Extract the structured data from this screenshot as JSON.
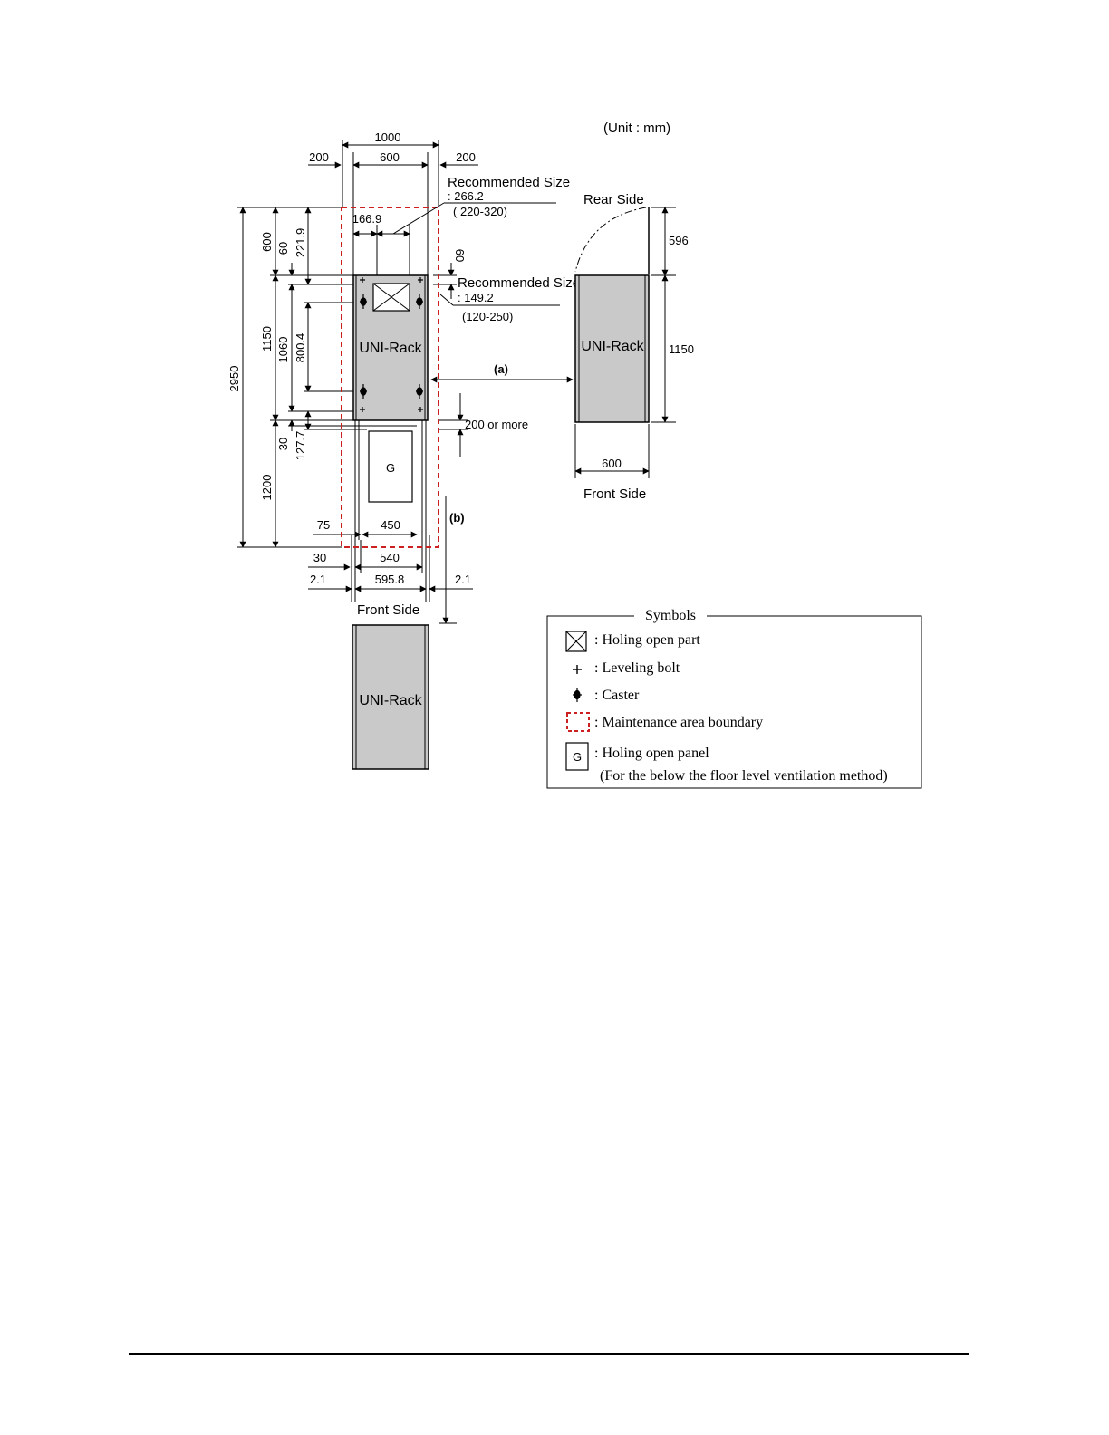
{
  "unit": "(Unit : mm)",
  "top_view": {
    "rack_label": "UNI-Rack",
    "panel_label": "G",
    "horizontal_dims": {
      "overall": "1000",
      "left_margin": "200",
      "rack_width": "600",
      "right_margin": "200",
      "opening_offset": "166.9",
      "panel_offset": "75",
      "panel_width": "450",
      "rail_offset": "30",
      "rail_span": "540",
      "gap_left": "2.1",
      "rail_outer": "595.8",
      "gap_right": "2.1"
    },
    "vertical_dims": {
      "overall": "2950",
      "rear_clearance": "600",
      "rack_depth": "1150",
      "front_clearance": "1200",
      "rear_offset": "60",
      "opening_offset": "221.9",
      "bolt_span": "1060",
      "caster_span": "800.4",
      "front_offset": "30",
      "panel_offset": "127.7",
      "right_offset": "60"
    },
    "recommended_1": {
      "title": "Recommended Size",
      "value": ": 266.2",
      "range": "( 220-320)"
    },
    "recommended_2": {
      "title": "Recommended Size",
      "value": ": 149.2",
      "range": "(120-250)"
    },
    "clearance_front": "200 or more",
    "marker_a": "(a)",
    "marker_b": "(b)",
    "front_side": "Front Side"
  },
  "side_view": {
    "rear_side": "Rear Side",
    "rack_label": "UNI-Rack",
    "door_height": "596",
    "rack_height": "1150",
    "rack_width": "600",
    "front_side": "Front Side"
  },
  "front_view": {
    "rack_label": "UNI-Rack"
  },
  "legend": {
    "title": "Symbols",
    "items": [
      {
        "icon": "holing-open-part-icon",
        "text": ": Holing open part"
      },
      {
        "icon": "leveling-bolt-icon",
        "text": ": Leveling bolt"
      },
      {
        "icon": "caster-icon",
        "text": ": Caster"
      },
      {
        "icon": "maintenance-boundary-icon",
        "text": ": Maintenance area boundary"
      },
      {
        "icon": "holing-open-panel-icon",
        "text": ": Holing open panel",
        "icon_text": "G"
      }
    ],
    "note": "(For the below the floor level ventilation method)"
  },
  "colors": {
    "rack_fill": "#c9c9c9",
    "boundary": "#cc1f1f",
    "line": "#000000"
  }
}
